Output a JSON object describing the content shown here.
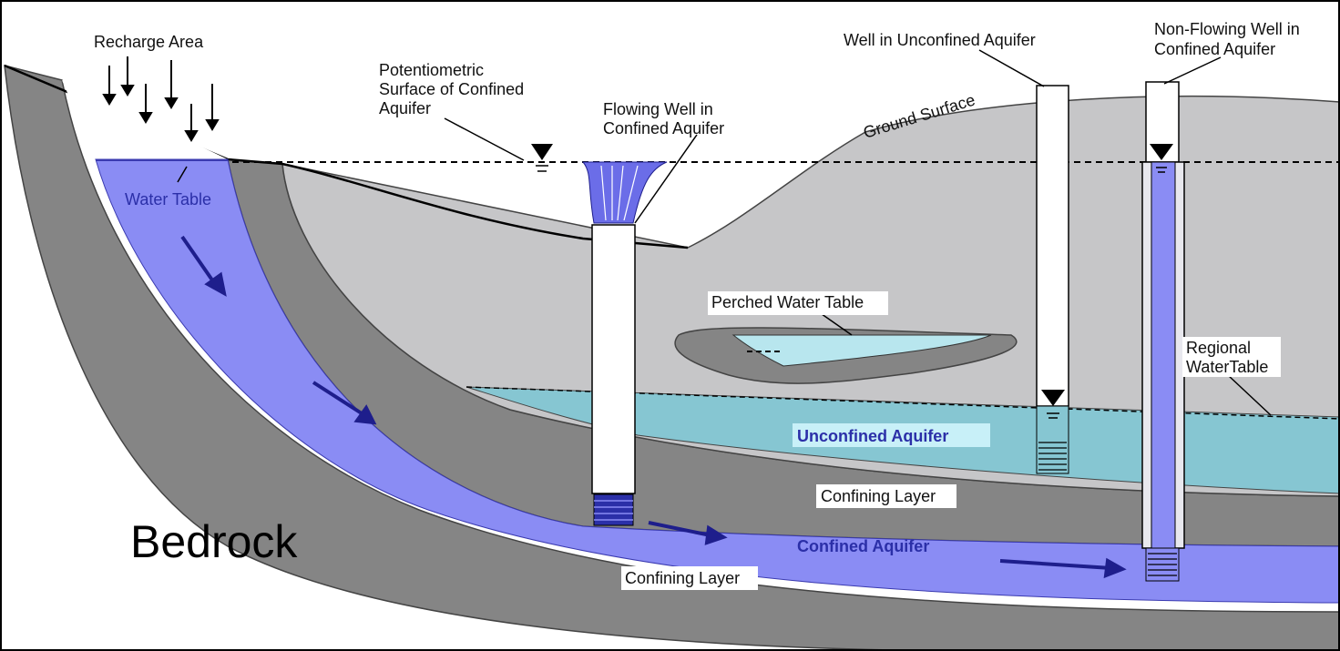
{
  "labels": {
    "recharge_area": "Recharge Area",
    "potentiometric_1": "Potentiometric",
    "potentiometric_2": "Surface of Confined",
    "potentiometric_3": "Aquifer",
    "flowing_well_1": "Flowing Well in",
    "flowing_well_2": "Confined Aquifer",
    "unconfined_well": "Well in Unconfined Aquifer",
    "nonflowing_well_1": "Non-Flowing Well in",
    "nonflowing_well_2": "Confined Aquifer",
    "ground_surface": "Ground Surface",
    "water_table": "Water Table",
    "perched_water_table": "Perched Water Table",
    "regional_water_table_1": "Regional",
    "regional_water_table_2": "WaterTable",
    "unconfined_aquifer": "Unconfined Aquifer",
    "confining_layer_upper": "Confining Layer",
    "confined_aquifer": "Confined Aquifer",
    "confining_layer_lower": "Confining Layer",
    "bedrock": "Bedrock"
  },
  "colors": {
    "bedrock": "#ffffff",
    "confining_layer": "#858585",
    "confining_layer_dark": "#6e6e6e",
    "confined_aquifer": "#8a8cf4",
    "unconfined_aquifer": "#86c6d2",
    "perched_water": "#b8e6ee",
    "upper_soil": "#c6c6c8",
    "arrow": "#1e1e8c",
    "outline": "#000000"
  }
}
